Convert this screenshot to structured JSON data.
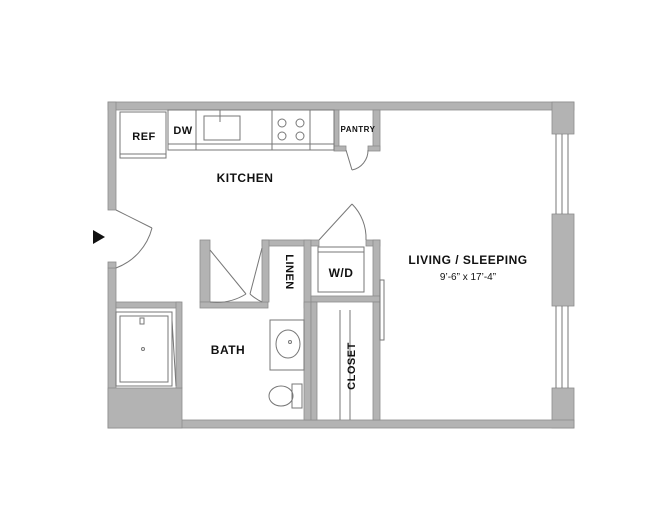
{
  "floorplan": {
    "rooms": {
      "kitchen": "KITCHEN",
      "living": "LIVING / SLEEPING",
      "living_dims": "9’-6” x 17’-4”",
      "bath": "BATH",
      "closet": "CLOSET",
      "linen": "LINEN",
      "wd": "W/D",
      "pantry": "PANTRY",
      "ref": "REF",
      "dw": "DW"
    },
    "colors": {
      "wall": "#b3b3b3",
      "wall_outline": "#8c8c8c",
      "line": "#777777",
      "text": "#111111",
      "background": "#ffffff"
    },
    "entry_marker_icon": "entry-arrow-icon"
  }
}
